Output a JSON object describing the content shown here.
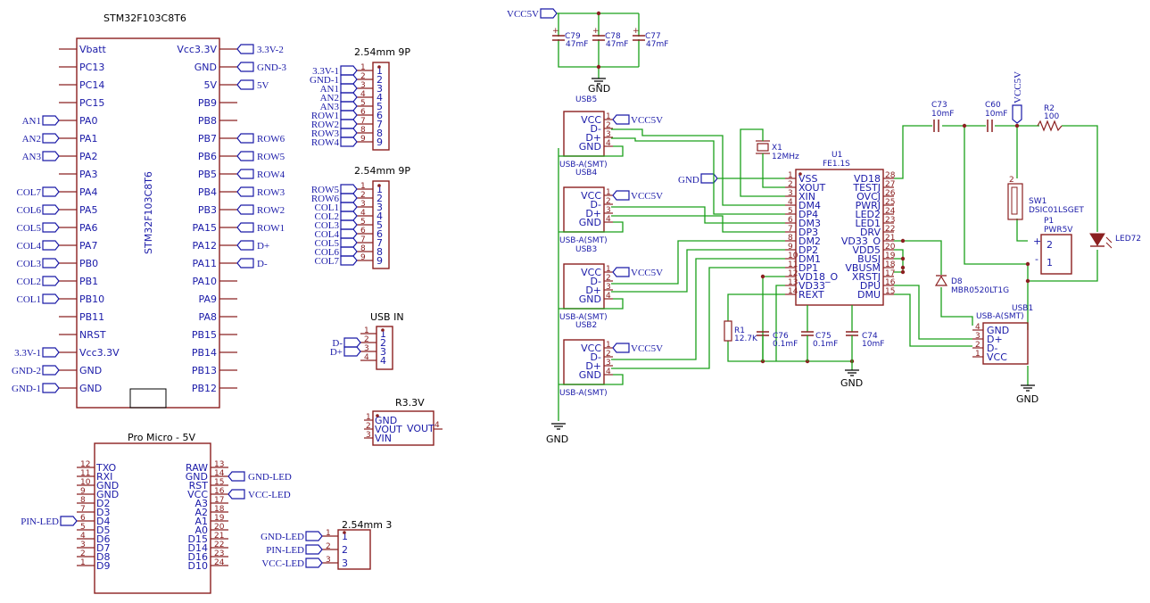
{
  "stm32": {
    "title": "STM32F103C8T6",
    "body_label": "STM32F103C8T6",
    "left_pins": [
      "Vbatt",
      "PC13",
      "PC14",
      "PC15",
      "PA0",
      "PA1",
      "PA2",
      "PA3",
      "PA4",
      "PA5",
      "PA6",
      "PA7",
      "PB0",
      "PB1",
      "PB10",
      "PB11",
      "NRST",
      "Vcc3.3V",
      "GND",
      "GND"
    ],
    "right_pins": [
      "Vcc3.3V",
      "GND",
      "5V",
      "PB9",
      "PB8",
      "PB7",
      "PB6",
      "PB5",
      "PB4",
      "PB3",
      "PA15",
      "PA12",
      "PA11",
      "PA10",
      "PA9",
      "PA8",
      "PB15",
      "PB14",
      "PB13",
      "PB12"
    ],
    "left_nets": [
      "",
      "",
      "",
      "",
      "AN1",
      "AN2",
      "AN3",
      "",
      "COL7",
      "COL6",
      "COL5",
      "COL4",
      "COL3",
      "COL2",
      "COL1",
      "",
      "",
      "3.3V-1",
      "GND-2",
      "GND-1"
    ],
    "right_nets": [
      "3.3V-2",
      "GND-3",
      "5V",
      "",
      "",
      "ROW6",
      "ROW5",
      "ROW4",
      "ROW3",
      "ROW2",
      "ROW1",
      "D+",
      "D-",
      "",
      "",
      "",
      "",
      "",
      "",
      ""
    ]
  },
  "header1": {
    "title": "2.54mm 9P",
    "nets": [
      "3.3V-1",
      "GND-1",
      "AN1",
      "AN2",
      "AN3",
      "ROW1",
      "ROW2",
      "ROW3",
      "ROW4"
    ],
    "pins": [
      "1",
      "2",
      "3",
      "4",
      "5",
      "6",
      "7",
      "8",
      "9"
    ]
  },
  "header2": {
    "title": "2.54mm 9P",
    "nets": [
      "ROW5",
      "ROW6",
      "COL1",
      "COL2",
      "COL3",
      "COL4",
      "COL5",
      "COL6",
      "COL7"
    ],
    "pins": [
      "1",
      "2",
      "3",
      "4",
      "5",
      "6",
      "7",
      "8",
      "9"
    ]
  },
  "usb_in": {
    "title": "USB IN",
    "nets": [
      "",
      "D-",
      "D+",
      ""
    ],
    "pins": [
      "1",
      "2",
      "3",
      "4"
    ]
  },
  "r33": {
    "title": "R3.3V",
    "pins": [
      "GND",
      "VOUT",
      "VIN"
    ],
    "pin_nums": [
      "1",
      "2",
      "3"
    ],
    "right_label": "VOUT",
    "right_num": "4"
  },
  "promicro": {
    "title": "Pro Micro - 5V",
    "left_pins": [
      "TXO",
      "RXI",
      "GND",
      "GND",
      "D2",
      "D3",
      "D4",
      "D5",
      "D6",
      "D7",
      "D8",
      "D9"
    ],
    "left_nums": [
      "12",
      "11",
      "10",
      "9",
      "8",
      "7",
      "6",
      "5",
      "4",
      "3",
      "2",
      "1"
    ],
    "right_pins": [
      "RAW",
      "GND",
      "RST",
      "VCC",
      "A3",
      "A2",
      "A1",
      "A0",
      "D15",
      "D14",
      "D16",
      "D10"
    ],
    "right_nums": [
      "13",
      "14",
      "15",
      "16",
      "17",
      "18",
      "19",
      "20",
      "21",
      "22",
      "23",
      "24"
    ],
    "pin_led_net": "PIN-LED",
    "gnd_led_net": "GND-LED",
    "vcc_led_net": "VCC-LED"
  },
  "header3": {
    "title": "2.54mm 3",
    "nets": [
      "GND-LED",
      "PIN-LED",
      "VCC-LED"
    ],
    "pins": [
      "1",
      "2",
      "3"
    ]
  },
  "caps_top": {
    "vcc_net": "VCC5V",
    "gnd": "GND",
    "items": [
      {
        "ref": "C79",
        "value": "47mF"
      },
      {
        "ref": "C78",
        "value": "47mF"
      },
      {
        "ref": "C77",
        "value": "47mF"
      }
    ]
  },
  "usb_ports": [
    {
      "ref": "USB5",
      "part": "USB-A(SMT)",
      "pins": [
        "VCC",
        "D-",
        "D+",
        "GND"
      ],
      "nums": [
        "1",
        "2",
        "3",
        "4"
      ],
      "vcc_net": "VCC5V"
    },
    {
      "ref": "USB4",
      "part": "USB-A(SMT)",
      "pins": [
        "VCC",
        "D-",
        "D+",
        "GND"
      ],
      "nums": [
        "1",
        "2",
        "3",
        "4"
      ],
      "vcc_net": "VCC5V"
    },
    {
      "ref": "USB3",
      "part": "USB-A(SMT)",
      "pins": [
        "VCC",
        "D-",
        "D+",
        "GND"
      ],
      "nums": [
        "1",
        "2",
        "3",
        "4"
      ],
      "vcc_net": "VCC5V"
    },
    {
      "ref": "USB2",
      "part": "USB-A(SMT)",
      "pins": [
        "VCC",
        "D-",
        "D+",
        "GND"
      ],
      "nums": [
        "1",
        "2",
        "3",
        "4"
      ],
      "vcc_net": "VCC5V"
    }
  ],
  "usb_gnd": "GND",
  "hub": {
    "ref": "U1",
    "part": "FE1.1S",
    "left_pins": [
      "VSS",
      "XOUT",
      "XIN",
      "DM4",
      "DP4",
      "DM3",
      "DP3",
      "DM2",
      "DP2",
      "DM1",
      "DP1",
      "VD18_O",
      "VD33",
      "REXT"
    ],
    "left_nums": [
      "1",
      "2",
      "3",
      "4",
      "5",
      "6",
      "7",
      "8",
      "9",
      "10",
      "11",
      "12",
      "13",
      "14"
    ],
    "right_pins": [
      "VD18",
      "TESTJ",
      "OVCJ",
      "PWRJ",
      "LED2",
      "LED1",
      "DRV",
      "VD33_O",
      "VDD5",
      "BUSJ",
      "VBUSM",
      "XRSTJ",
      "DPU",
      "DMU"
    ],
    "right_nums": [
      "28",
      "27",
      "26",
      "25",
      "24",
      "23",
      "22",
      "21",
      "20",
      "19",
      "18",
      "17",
      "16",
      "15"
    ],
    "gnd_net": "GND"
  },
  "crystal": {
    "ref": "X1",
    "value": "12MHz"
  },
  "r1": {
    "ref": "R1",
    "value": "12.7K"
  },
  "c76": {
    "ref": "C76",
    "value": "0.1mF"
  },
  "c75": {
    "ref": "C75",
    "value": "0.1mF"
  },
  "c74": {
    "ref": "C74",
    "value": "10mF"
  },
  "c73": {
    "ref": "C73",
    "value": "10mF"
  },
  "c60": {
    "ref": "C60",
    "value": "10mF"
  },
  "r2": {
    "ref": "R2",
    "value": "100"
  },
  "vcc5v_right": "VCC5V",
  "sw1": {
    "ref": "SW1",
    "value": "DSIC01LSGET",
    "pin": "2"
  },
  "p1": {
    "ref": "P1",
    "value": "PWR5V",
    "pins": [
      "2",
      "1"
    ],
    "plus": "+",
    "minus": "-"
  },
  "led72": {
    "ref": "LED72"
  },
  "d8": {
    "ref": "D8",
    "value": "MBR0520LT1G"
  },
  "usb1": {
    "ref": "USB1",
    "part": "USB-A(SMT)",
    "pins": [
      "GND",
      "D+",
      "D-",
      "VCC"
    ],
    "nums": [
      "4",
      "3",
      "2",
      "1"
    ]
  },
  "gnd_bottom": "GND"
}
